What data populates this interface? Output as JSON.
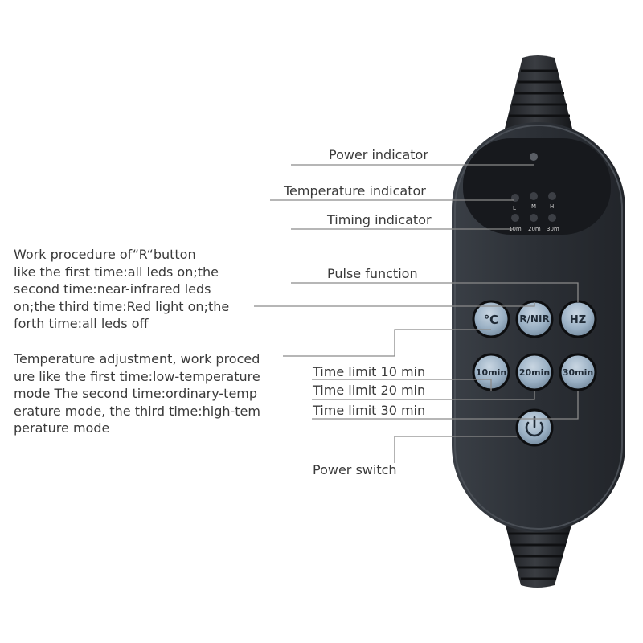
{
  "labels": {
    "power_indicator": "Power indicator",
    "temperature_indicator": "Temperature indicator",
    "timing_indicator": "Timing indicator",
    "pulse_function": "Pulse function",
    "time_limit_10": "Time limit 10 min",
    "time_limit_20": "Time limit 20 min",
    "time_limit_30": "Time limit 30 min",
    "power_switch": "Power switch"
  },
  "r_button_procedure": [
    "Work procedure of“R“button",
    "like the first time:all leds on;the",
    "second time:near-infrared leds",
    "on;the third time:Red light on;the",
    "forth time:all leds off"
  ],
  "temperature_procedure": [
    "Temperature adjustment, work proced",
    "ure like the first time:low-temperature",
    "mode The second time:ordinary-temp",
    "erature mode, the third time:high-tem",
    "perature mode"
  ],
  "device": {
    "indicator_letters": [
      "L",
      "M",
      "H"
    ],
    "timer_marks": [
      "10m",
      "20m",
      "30m"
    ],
    "buttons": {
      "celsius": "℃",
      "r_nir": "R/NIR",
      "hz": "HZ",
      "t10": "10min",
      "t20": "20min",
      "t30": "30min"
    },
    "power_icon": "power-icon"
  },
  "colors": {
    "device_body": "#2b2f35",
    "panel": "#17191d",
    "button": "#9ab0c4",
    "leader": "#8a8a8a"
  }
}
